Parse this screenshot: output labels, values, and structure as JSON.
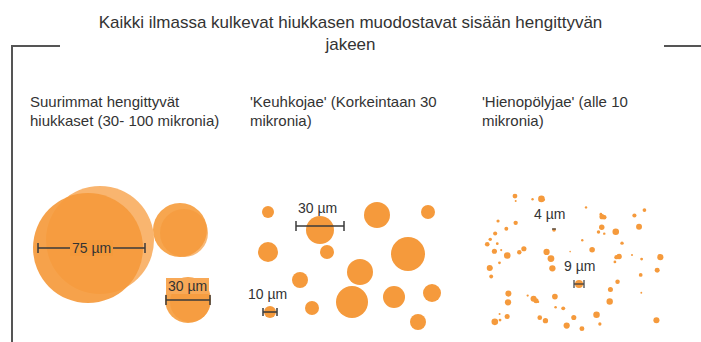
{
  "diagram": {
    "title": "Kaikki ilmassa kulkevat hiukkasen muodostavat sisään hengittyvän jakeen",
    "labels": [
      "Suurimmat hengittyvät hiukkaset (30- 100 mikronia)",
      "'Keuhkojae' (Korkeintaan 30 mikronia)",
      "'Hienopölyjae' (alle 10 mikronia)",
      "75 µm",
      "30 µm",
      "30 µm",
      "10 µm",
      "4 µm",
      "9 µm"
    ]
  }
}
